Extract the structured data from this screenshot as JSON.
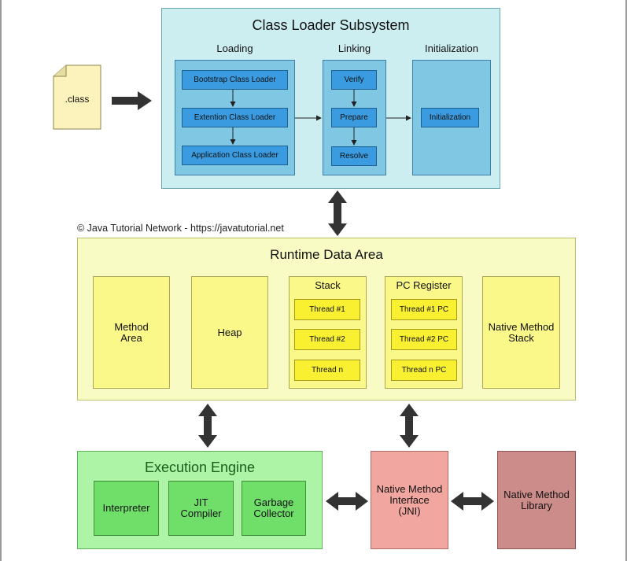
{
  "diagram": {
    "class_file": {
      "label": ".class"
    },
    "class_loader": {
      "title": "Class Loader Subsystem",
      "loading": {
        "label": "Loading",
        "items": [
          "Bootstrap Class Loader",
          "Extention Class Loader",
          "Application Class Loader"
        ]
      },
      "linking": {
        "label": "Linking",
        "items": [
          "Verify",
          "Prepare",
          "Resolve"
        ]
      },
      "initialization": {
        "label": "Initialization",
        "items": [
          "Initialization"
        ]
      }
    },
    "copyright": "© Java Tutorial Network - https://javatutorial.net",
    "runtime_data_area": {
      "title": "Runtime Data Area",
      "method_area": "Method\nArea",
      "heap": "Heap",
      "stack": {
        "label": "Stack",
        "threads": [
          "Thread #1",
          "Thread #2",
          "Thread n"
        ]
      },
      "pc_register": {
        "label": "PC Register",
        "threads": [
          "Thread #1 PC",
          "Thread #2 PC",
          "Thread n PC"
        ]
      },
      "native_method_stack": "Native Method\nStack"
    },
    "execution_engine": {
      "title": "Execution Engine",
      "components": [
        "Interpreter",
        "JIT\nCompiler",
        "Garbage\nCollector"
      ]
    },
    "jni": "Native Method\nInterface\n(JNI)",
    "native_method_library": "Native Method\nLibrary"
  },
  "colors": {
    "class_loader_bg": "#cdeef0",
    "loader_group_bg": "#80c7e3",
    "loader_item_bg": "#3a9be0",
    "runtime_bg": "#f8fcc4",
    "runtime_box_bg": "#fbf88a",
    "thread_bg": "#f8f030",
    "execution_bg": "#aef4a6",
    "execution_item_bg": "#6fdf6a",
    "jni_bg": "#f2a6a0",
    "library_bg": "#cc8d8a",
    "arrow": "#333333"
  }
}
